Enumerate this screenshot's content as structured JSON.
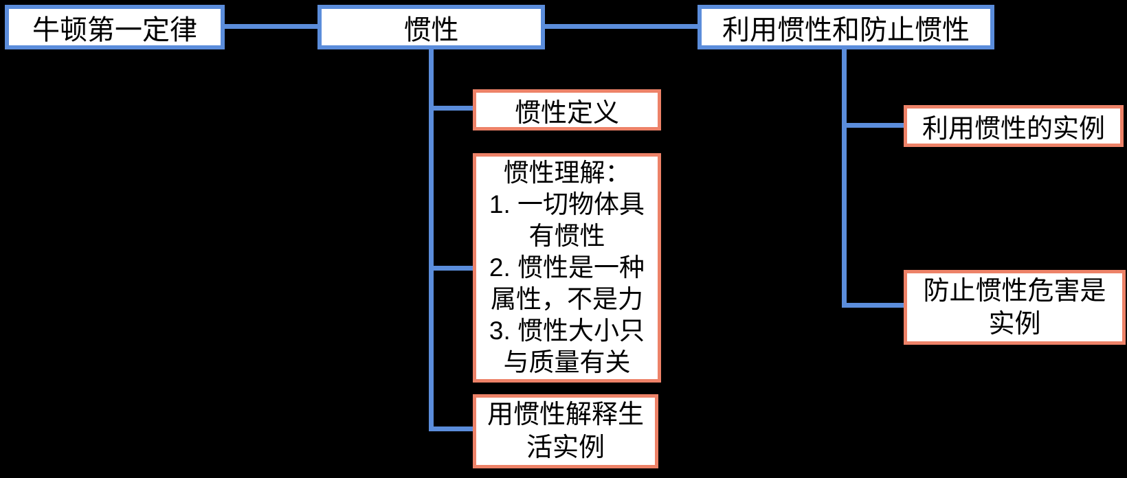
{
  "canvas": {
    "background": "#000000",
    "box_background": "#FFFFFF",
    "text_color": "#000000",
    "primary_border_color": "#5B8DDB",
    "secondary_border_color": "#ED8268",
    "connector_color": "#5B8DDB"
  },
  "nodes": {
    "newton": {
      "label": "牛顿第一定律"
    },
    "inertia": {
      "label": "惯性"
    },
    "use_prevent": {
      "label": "利用惯性和防止惯性"
    },
    "definition": {
      "label": "惯性定义"
    },
    "understanding": {
      "label": "惯性理解：\n1. 一切物体具\n有惯性\n2. 惯性是一种\n属性，不是力\n3. 惯性大小只\n与质量有关"
    },
    "explain": {
      "label": "用惯性解释生\n活实例"
    },
    "use_examples": {
      "label": "利用惯性的实例"
    },
    "prevent_examples": {
      "label": "防止惯性危害是\n实例"
    }
  }
}
